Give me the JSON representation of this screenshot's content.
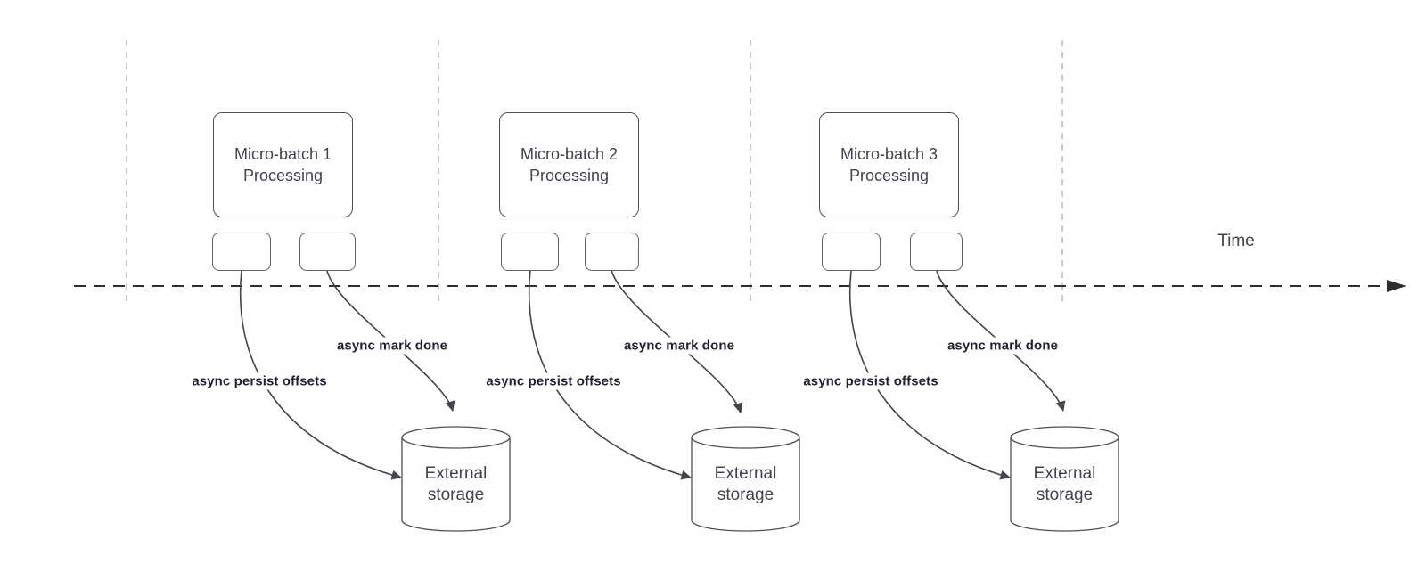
{
  "time_axis": {
    "label": "Time"
  },
  "colors": {
    "shape_stroke": "#4c4f54",
    "small_box_stroke": "#5f6268",
    "arrow_stroke": "#41464d",
    "axis_stroke": "#2e2e2e",
    "divider_stroke": "#b7b7b7",
    "shape_text": "#3f4450",
    "arrow_label_text": "#1f2330",
    "background": "#ffffff"
  },
  "batches": [
    {
      "title_line1": "Micro-batch 1",
      "title_line2": "Processing",
      "persist_label": "async persist offsets",
      "mark_done_label": "async mark done",
      "storage_line1": "External",
      "storage_line2": "storage"
    },
    {
      "title_line1": "Micro-batch 2",
      "title_line2": "Processing",
      "persist_label": "async persist offsets",
      "mark_done_label": "async mark done",
      "storage_line1": "External",
      "storage_line2": "storage"
    },
    {
      "title_line1": "Micro-batch 3",
      "title_line2": "Processing",
      "persist_label": "async persist offsets",
      "mark_done_label": "async mark done",
      "storage_line1": "External",
      "storage_line2": "storage"
    }
  ]
}
